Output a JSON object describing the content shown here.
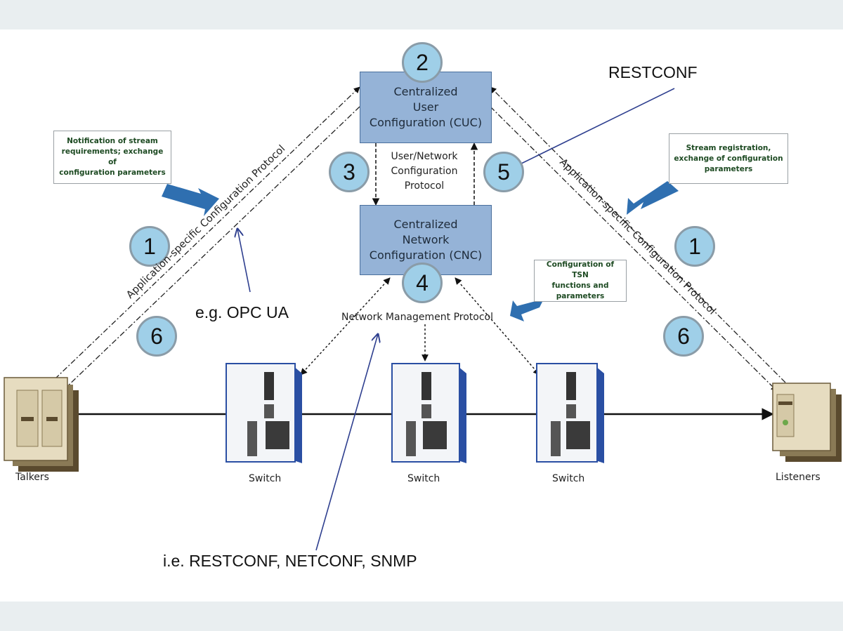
{
  "cuc": {
    "label": "Centralized\nUser\nConfiguration (CUC)"
  },
  "cnc": {
    "label": "Centralized\nNetwork\nConfiguration (CNC)"
  },
  "uni_protocol": "User/Network\nConfiguration\nProtocol",
  "network_mgmt_protocol": "Network Management Protocol",
  "app_protocol_left": "Application-specific Configuration Protocol",
  "app_protocol_right": "Application-specific Configuration Protocol",
  "restconf": "RESTCONF",
  "opcua": "e.g. OPC UA",
  "netmgmt_examples": "i.e. RESTCONF, NETCONF, SNMP",
  "steps": {
    "s1": "1",
    "s2": "2",
    "s3": "3",
    "s4": "4",
    "s5": "5",
    "s6": "6"
  },
  "notes": {
    "left": "Notification of stream\nrequirements; exchange of\nconfiguration parameters",
    "right": "Stream registration,\nexchange of configuration\nparameters",
    "tsn": "Configuration of TSN\nfunctions and\nparameters"
  },
  "devices": {
    "talkers": "Talkers",
    "listeners": "Listeners",
    "switch": "Switch"
  },
  "colors": {
    "box_fill": "#95b3d7",
    "circle_fill": "#9fcfe8",
    "callout_arrow": "#2f6fb0",
    "pointer_line": "#2e3f8f"
  }
}
